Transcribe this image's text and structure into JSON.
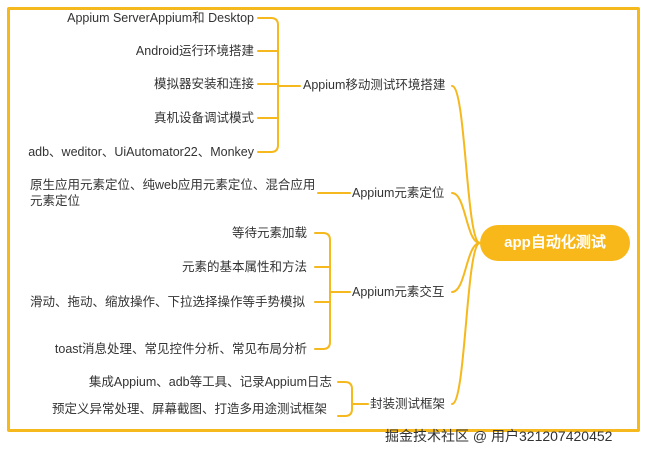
{
  "root": {
    "label": "app自动化测试"
  },
  "branches": [
    {
      "label": "Appium移动测试环境搭建",
      "children": [
        "Appium ServerAppium和 Desktop",
        "Android运行环境搭建",
        "模拟器安装和连接",
        "真机设备调试模式",
        "adb、weditor、UiAutomator22、Monkey"
      ]
    },
    {
      "label": "Appium元素定位",
      "children": [
        "原生应用元素定位、纯web应用元素定位、混合应用元素定位"
      ]
    },
    {
      "label": "Appium元素交互",
      "children": [
        "等待元素加载",
        "元素的基本属性和方法",
        "滑动、拖动、缩放操作、下拉选择操作等手势模拟",
        "toast消息处理、常见控件分析、常见布局分析"
      ]
    },
    {
      "label": "封装测试框架",
      "children": [
        "集成Appium、adb等工具、记录Appium日志",
        "预定义异常处理、屏幕截图、打造多用途测试框架"
      ]
    }
  ],
  "watermark": "掘金技术社区 @ 用户321207420452",
  "colors": {
    "accent": "#f5b81d",
    "root_fill": "#f8b81a"
  }
}
